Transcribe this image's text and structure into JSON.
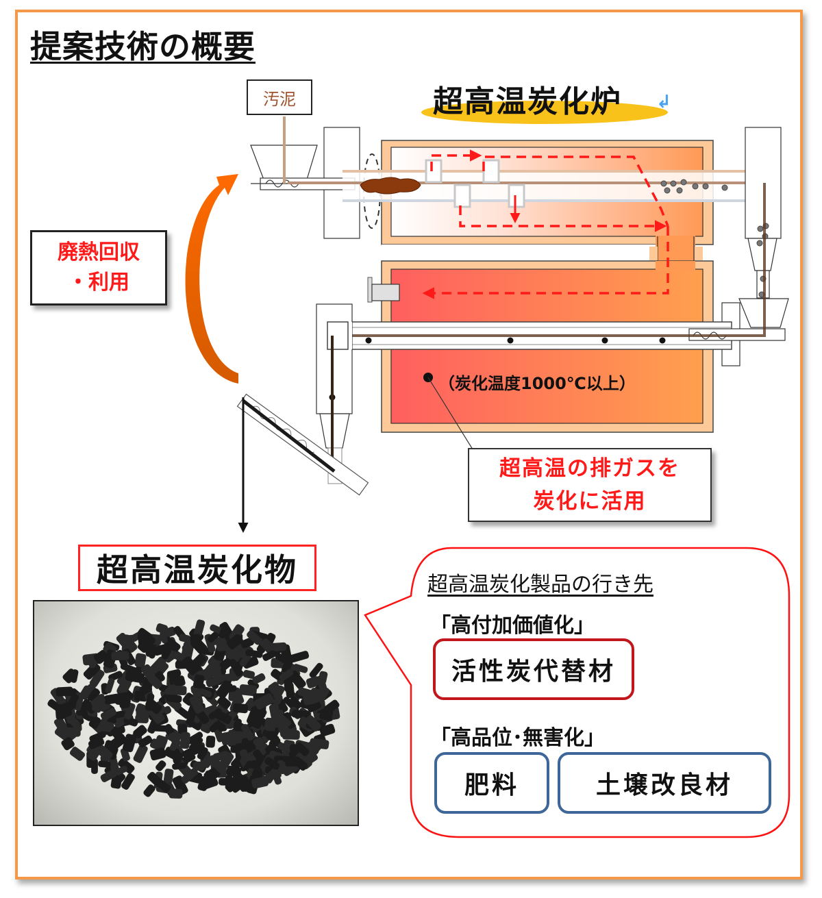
{
  "page": {
    "title": "提案技術の概要"
  },
  "diagram": {
    "input_label": "汚泥",
    "furnace_title": "超高温炭化炉",
    "return_mark": "↲",
    "heat_recovery": {
      "line1": "廃熱回収",
      "line2": "・利用"
    },
    "temperature_label": "（炭化温度1000℃以上）",
    "exhaust_note": {
      "line1": "超高温の排ガスを",
      "line2": "炭化に活用"
    },
    "colors": {
      "frame": "#f4994a",
      "furnace_wall": "#fdc998",
      "hot_zone_start": "#ff5f5f",
      "hot_zone_end": "#ffa04e",
      "gas_flow": "#ff1a1a",
      "heat_arrow": "#ff6a00",
      "highlight_ellipse": "#f9c21a"
    }
  },
  "product": {
    "title": "超高温炭化物",
    "photo_description": "black carbonized pellets"
  },
  "destinations": {
    "heading": "超高温炭化製品の行き先",
    "categories": [
      {
        "label": "「高付加価値化」",
        "items": [
          "活性炭代替材"
        ],
        "color": "#c0161c"
      },
      {
        "label": "「高品位･無害化」",
        "items": [
          "肥料",
          "土壌改良材"
        ],
        "color": "#3f6698"
      }
    ]
  }
}
